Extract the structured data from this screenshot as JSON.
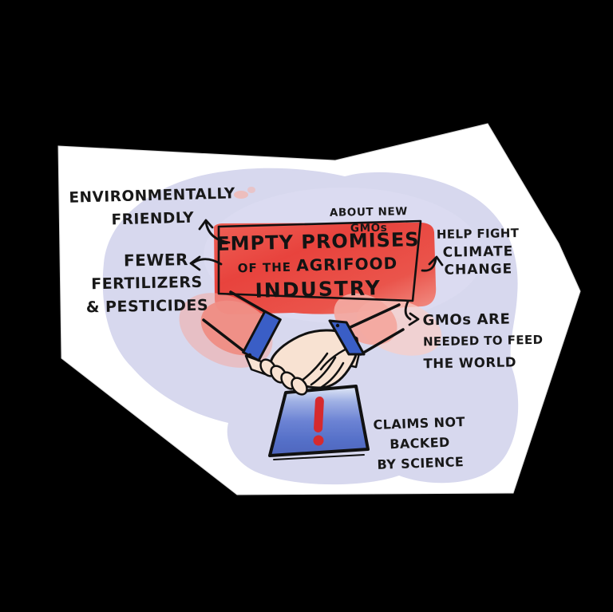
{
  "illustration_title": "Empty promises of the agrifood industry",
  "banner": {
    "kicker": "ABOUT NEW GMOs",
    "line1": "EMPTY PROMISES",
    "line2a": "OF THE ",
    "line2b": "AGRIFOOD",
    "line3": "INDUSTRY"
  },
  "claims": {
    "environment": {
      "lines": [
        "ENVIRONMENTALLY",
        "FRIENDLY"
      ]
    },
    "inputs": {
      "lines": [
        "FEWER",
        "FERTILIZERS",
        "& PESTICIDES"
      ]
    },
    "climate": {
      "lines": [
        "HELP FIGHT",
        "CLIMATE",
        "CHANGE"
      ]
    },
    "feed": {
      "lines": [
        "GMOs ARE",
        "NEEDED TO FEED",
        "THE WORLD"
      ]
    },
    "verdict": {
      "lines": [
        "CLAIMS NOT",
        "BACKED",
        "BY SCIENCE"
      ]
    }
  },
  "icons": {
    "handshake": "handshake-illustration",
    "warning": "warning-exclamation-sign"
  },
  "colors": {
    "background": "#000000",
    "paper": "#ffffff",
    "blob_lavender": "#d7d8ee",
    "banner_red": "#e8433d",
    "sign_blue": "#5570c8",
    "cuff_blue": "#3a5ec6",
    "exclamation_red": "#d62a2e",
    "sleeve_pink": "#ef8d84",
    "skin": "#f8e2d2",
    "ink": "#161616"
  }
}
